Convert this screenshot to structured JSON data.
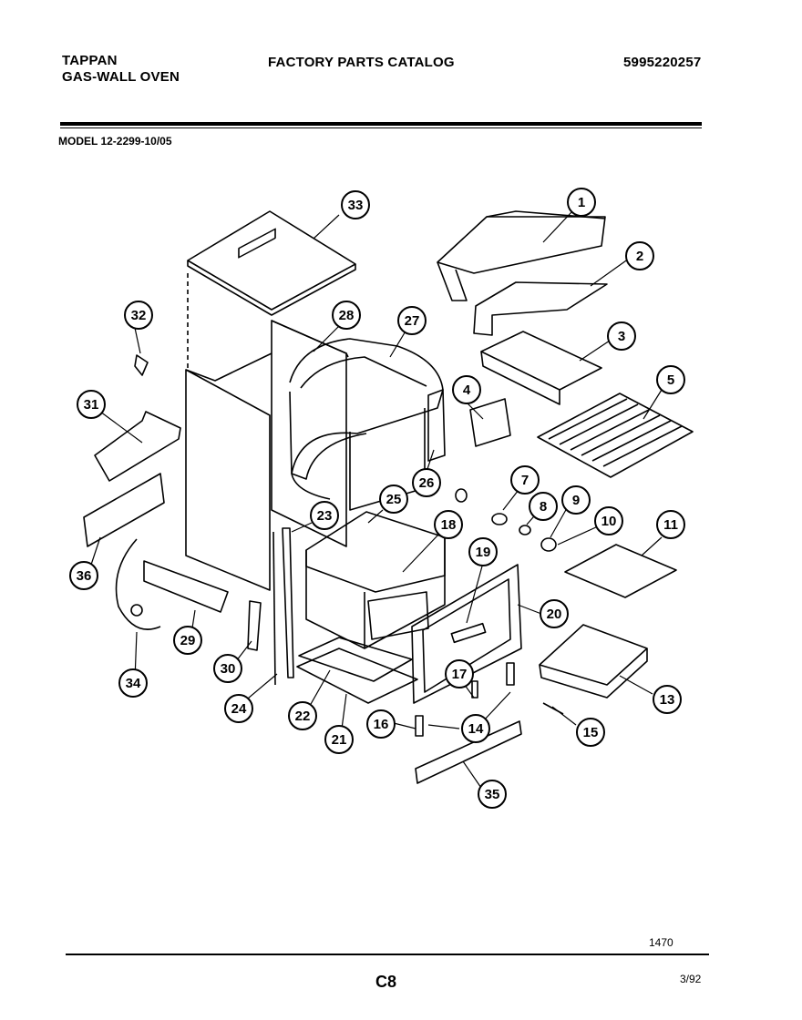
{
  "header": {
    "brand": "TAPPAN",
    "product": "GAS-WALL OVEN",
    "catalog_title": "FACTORY PARTS CATALOG",
    "part_number": "5995220257"
  },
  "model": "MODEL 12-2299-10/05",
  "callouts": [
    "1",
    "2",
    "3",
    "4",
    "5",
    "7",
    "8",
    "9",
    "10",
    "11",
    "13",
    "14",
    "15",
    "16",
    "17",
    "18",
    "19",
    "20",
    "21",
    "22",
    "23",
    "24",
    "25",
    "26",
    "27",
    "28",
    "29",
    "30",
    "31",
    "32",
    "33",
    "34",
    "35",
    "36"
  ],
  "footer": {
    "code": "1470",
    "page": "C8",
    "date": "3/92"
  }
}
